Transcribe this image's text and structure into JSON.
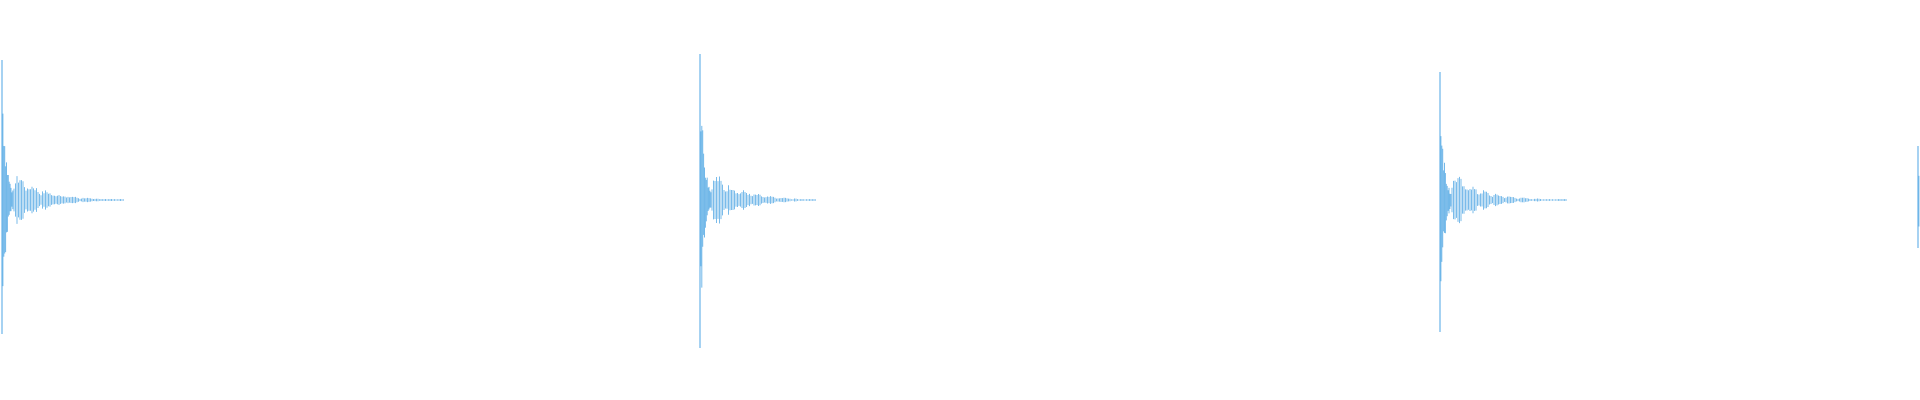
{
  "waveform": {
    "color": "#6cb4e8",
    "background": "#ffffff",
    "peak_level": 0.74,
    "hits": [
      {
        "order": 1,
        "peak": 0.7,
        "lower_peak": 0.67,
        "decay_tail": "short"
      },
      {
        "order": 2,
        "peak": 0.73,
        "lower_peak": 0.74,
        "decay_tail": "short"
      },
      {
        "order": 3,
        "peak": 0.64,
        "lower_peak": 0.66,
        "decay_tail": "short"
      },
      {
        "order": 4,
        "peak": 0.27,
        "lower_peak": 0.24,
        "decay_tail": "cut-off"
      }
    ]
  }
}
